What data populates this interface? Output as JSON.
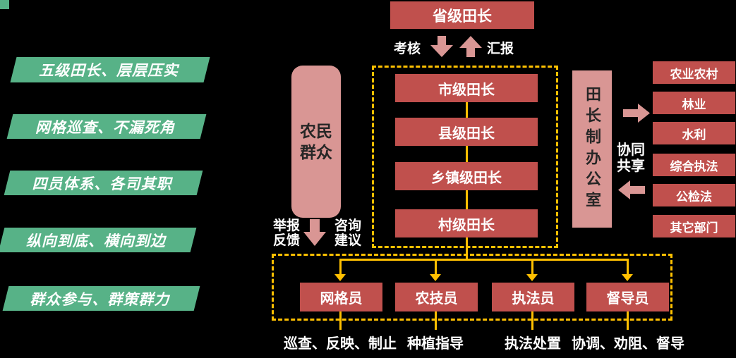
{
  "colors": {
    "background": "#000000",
    "green": "#57b287",
    "red": "#c0504d",
    "pink": "#d99694",
    "yellow": "#ffc000",
    "text_white": "#ffffff",
    "text_dark": "#262626"
  },
  "banners": [
    "五级田长、层层压实",
    "网格巡查、不漏死角",
    "四员体系、各司其职",
    "纵向到底、横向到边",
    "群众参与、群策群力"
  ],
  "top_chain": {
    "head": "省级田长",
    "down_label": "考核",
    "up_label": "汇报"
  },
  "hierarchy": [
    "市级田长",
    "县级田长",
    "乡镇级田长",
    "村级田长"
  ],
  "farmers": {
    "line1": "农民",
    "line2": "群众",
    "feedback_line1": "举报",
    "feedback_line2": "反馈",
    "consult_line1": "咨询",
    "consult_line2": "建议"
  },
  "office": {
    "label": "田长制办公室",
    "share_line1": "协同",
    "share_line2": "共享"
  },
  "departments": [
    "农业农村",
    "林业",
    "水利",
    "综合执法",
    "公检法",
    "其它部门"
  ],
  "roles": [
    "网格员",
    "农技员",
    "执法员",
    "督导员"
  ],
  "duties": [
    "巡查、反映、制止",
    "种植指导",
    "执法处置",
    "协调、劝阻、督导"
  ]
}
